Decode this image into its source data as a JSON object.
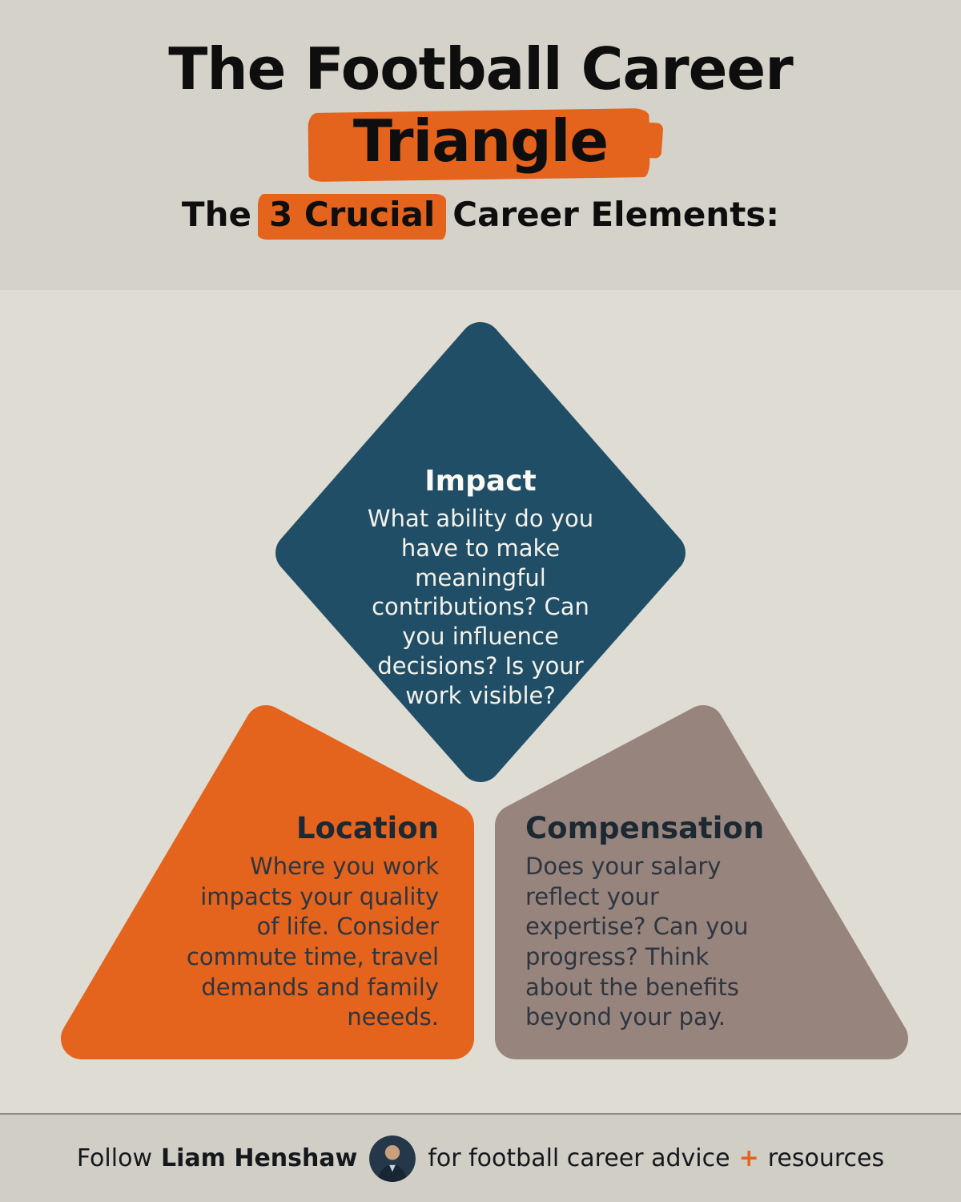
{
  "header": {
    "title_line1": "The Football Career",
    "title_line2": "Triangle",
    "subtitle_prefix": "The",
    "subtitle_highlight": "3 Crucial",
    "subtitle_suffix": "Career Elements:"
  },
  "triangle": {
    "impact": {
      "title": "Impact",
      "body": "What ability do you\nhave to make\nmeaningful\ncontributions? Can\nyou influence\ndecisions? Is your\nwork visible?"
    },
    "location": {
      "title": "Location",
      "body": "Where you work\nimpacts your quality\nof life. Consider\ncommute time, travel\ndemands and family\nneeeds."
    },
    "compensation": {
      "title": "Compensation",
      "body": "Does your salary\nreflect your\nexpertise? Can you\nprogress? Think\nabout the benefits\nbeyond your pay."
    }
  },
  "footer": {
    "follow_label": "Follow",
    "name": "Liam Henshaw",
    "tagline_part1": "for football career advice",
    "plus": "+",
    "tagline_part2": "resources"
  },
  "colors": {
    "orange": "#E4631D",
    "blue": "#1F4E66",
    "taupe": "#97847D",
    "bg_top": "#d5d2ca",
    "bg_main": "#dfdcd4",
    "bg_footer": "#d1cec6",
    "divider": "#8f8c84",
    "title_text": "#0e0e0e",
    "light_text": "#f5f2ea",
    "dark_heading": "#1c2832",
    "dark_body": "#2d3640"
  }
}
